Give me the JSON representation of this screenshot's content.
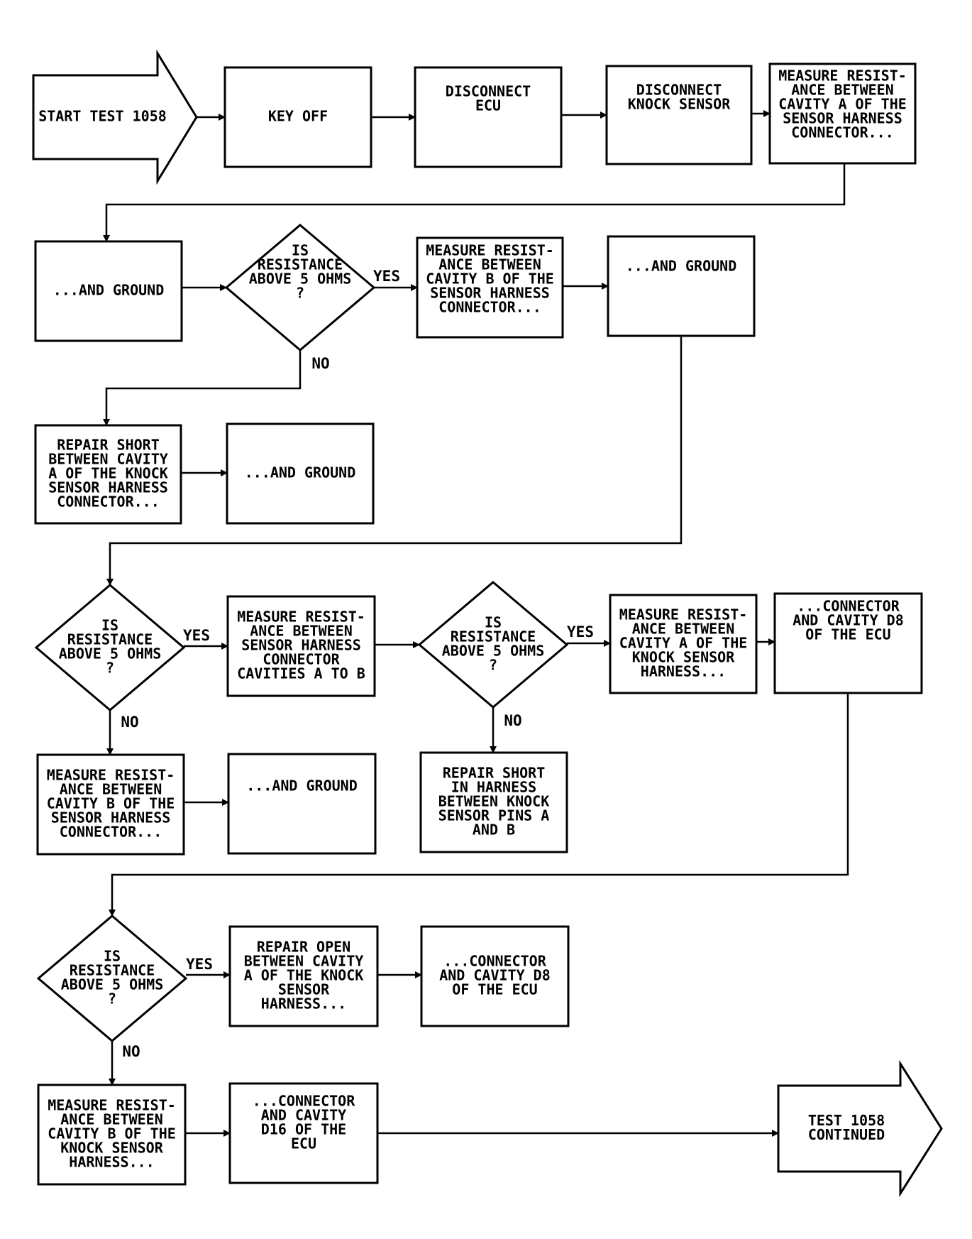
{
  "colors": {
    "ink": "#000000",
    "paper": "#ffffff"
  },
  "nodes": {
    "start": [
      "START TEST 1058"
    ],
    "key_off": [
      "KEY OFF"
    ],
    "disconnect_ecu": [
      "DISCONNECT",
      "ECU"
    ],
    "disconnect_knock": [
      "DISCONNECT",
      "KNOCK SENSOR"
    ],
    "measure_a": [
      "MEASURE RESIST-",
      "ANCE BETWEEN",
      "CAVITY A OF THE",
      "SENSOR HARNESS",
      "CONNECTOR..."
    ],
    "and_ground_1": [
      "...AND GROUND"
    ],
    "decision_1": [
      "IS",
      "RESISTANCE",
      "ABOVE 5 OHMS",
      "?"
    ],
    "measure_b": [
      "MEASURE RESIST-",
      "ANCE BETWEEN",
      "CAVITY B OF THE",
      "SENSOR HARNESS",
      "CONNECTOR..."
    ],
    "and_ground_2": [
      "...AND GROUND"
    ],
    "repair_short_a": [
      "REPAIR SHORT",
      "BETWEEN CAVITY",
      "A OF THE KNOCK",
      "SENSOR HARNESS",
      "CONNECTOR..."
    ],
    "and_ground_3": [
      "...AND GROUND"
    ],
    "decision_2": [
      "IS",
      "RESISTANCE",
      "ABOVE 5 OHMS",
      "?"
    ],
    "measure_ab": [
      "MEASURE RESIST-",
      "ANCE BETWEEN",
      "SENSOR HARNESS",
      "CONNECTOR",
      "CAVITIES A TO B"
    ],
    "decision_3": [
      "IS",
      "RESISTANCE",
      "ABOVE 5 OHMS",
      "?"
    ],
    "measure_a_knock": [
      "MEASURE RESIST-",
      "ANCE BETWEEN",
      "CAVITY A OF THE",
      "KNOCK SENSOR",
      "HARNESS..."
    ],
    "connector_d8_1": [
      "...CONNECTOR",
      "AND CAVITY D8",
      "OF THE ECU"
    ],
    "measure_b_2": [
      "MEASURE RESIST-",
      "ANCE BETWEEN",
      "CAVITY B OF THE",
      "SENSOR HARNESS",
      "CONNECTOR..."
    ],
    "and_ground_4": [
      "...AND GROUND"
    ],
    "repair_short_pins": [
      "REPAIR SHORT",
      "IN HARNESS",
      "BETWEEN KNOCK",
      "SENSOR PINS A",
      "AND B"
    ],
    "decision_4": [
      "IS",
      "RESISTANCE",
      "ABOVE 5 OHMS",
      "?"
    ],
    "repair_open_a": [
      "REPAIR OPEN",
      "BETWEEN CAVITY",
      "A OF THE KNOCK",
      "SENSOR",
      "HARNESS..."
    ],
    "connector_d8_2": [
      "...CONNECTOR",
      "AND CAVITY D8",
      "OF THE ECU"
    ],
    "measure_b_knock": [
      "MEASURE RESIST-",
      "ANCE BETWEEN",
      "CAVITY B OF THE",
      "KNOCK SENSOR",
      "HARNESS..."
    ],
    "connector_d16": [
      "...CONNECTOR",
      "AND CAVITY",
      "D16 OF THE",
      "ECU"
    ],
    "end": [
      "TEST 1058",
      "CONTINUED"
    ]
  },
  "edge_labels": {
    "d1_yes": "YES",
    "d1_no": "NO",
    "d2_yes": "YES",
    "d2_no": "NO",
    "d3_yes": "YES",
    "d3_no": "NO",
    "d4_yes": "YES",
    "d4_no": "NO"
  }
}
